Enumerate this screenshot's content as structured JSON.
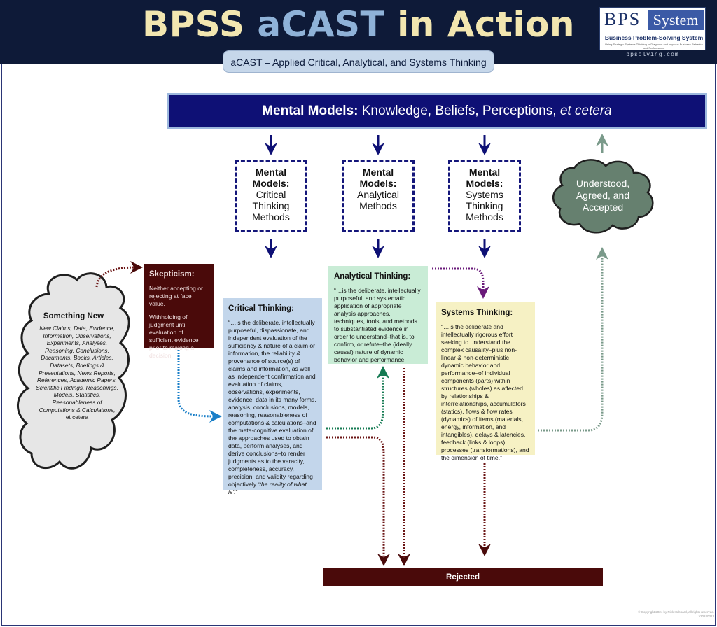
{
  "header": {
    "title_part1": "BPSS ",
    "title_accent": "aCAST",
    "title_part2": " in Action",
    "subtitle": "aCAST – Applied Critical, Analytical, and Systems Thinking"
  },
  "logo": {
    "letters": "BPS",
    "system": "System",
    "tagline": "Business Problem-Solving System",
    "small": "Using Strategic Systems Thinking to Diagnose and Improve Business Behavior and Performance",
    "url": "bpsolving.com"
  },
  "mental_models": {
    "bold": "Mental Models:",
    "rest": " Knowledge, Beliefs, Perceptions, ",
    "italic": "et cetera"
  },
  "method_boxes": [
    {
      "head": "Mental Models:",
      "l1": "Critical",
      "l2": "Thinking",
      "l3": "Methods"
    },
    {
      "head": "Mental Models:",
      "l1": "Analytical",
      "l2": "Methods",
      "l3": ""
    },
    {
      "head": "Mental Models:",
      "l1": "Systems",
      "l2": "Thinking",
      "l3": "Methods"
    }
  ],
  "accepted": {
    "l1": "Understood,",
    "l2": "Agreed, and",
    "l3": "Accepted"
  },
  "something_new": {
    "title": "Something New",
    "body": "New Claims, Data, Evidence, Information, Observations, Experiments, Analyses, Reasoning, Conclusions, Documents, Books, Articles, Datasets, Briefings & Presentations, News Reports, References, Academic Papers, Scientific Findings, Reasonings, Models, Statistics, Reasonableness of Computations & Calculations,",
    "tail": "et cetera"
  },
  "skepticism": {
    "title": "Skepticism:",
    "p1": "Neither accepting or rejecting at face value.",
    "p2": "Withholding of judgment until evaluation of sufficient evidence prior to making a decision."
  },
  "critical": {
    "title": "Critical Thinking:",
    "body": "“…is the deliberate, intellectually purposeful, dispassionate, and independent evaluation of the sufficiency & nature of a claim or information, the reliability & provenance of source(s) of claims and information, as well as independent confirmation and evaluation of claims, observations, experiments, evidence, data in its many forms, analysis, conclusions, models, reasoning, reasonableness of computations & calculations–and the meta-cognitive evaluation of the approaches used to obtain data, perform analyses, and derive conclusions–to render judgments as to the veracity, completeness, accuracy, precision, and validity regarding objectively ",
    "italic": "‘the reality of what is’.",
    "close": "”"
  },
  "analytical": {
    "title": "Analytical Thinking:",
    "body": "“…is the deliberate, intellectually purposeful, and systematic application of appropriate analysis approaches, techniques, tools, and methods to substantiated evidence in order to understand–that is, to confirm, or refute–the (ideally causal) nature of dynamic behavior and performance."
  },
  "systems": {
    "title": "Systems Thinking:",
    "body": "“…is the deliberate and intellectually rigorous effort seeking to understand the complex causality–plus non-linear & non-deterministic dynamic behavior and performance–of individual components (parts) within structures (wholes) as affected by relationships & interrelationships, accumulators (statics), flows & flow rates (dynamics) of items (materials, energy, information, and intangibles), delays & latencies, feedback (links & loops), processes (transformations), and the dimension of time.”"
  },
  "rejected": "Rejected",
  "copyright": {
    "l1": "© Copyright 2024 by Rick Hubbard, all rights reserved.",
    "l2": "v20240313"
  },
  "colors": {
    "navy": "#0e1075",
    "dark_red": "#4a0a0a",
    "green_cloud": "#66806f",
    "arrow_blue": "#1a7fc8",
    "arrow_green": "#147a52",
    "arrow_purple": "#6a1a7a",
    "arrow_gray_green": "#7a9a8a"
  }
}
